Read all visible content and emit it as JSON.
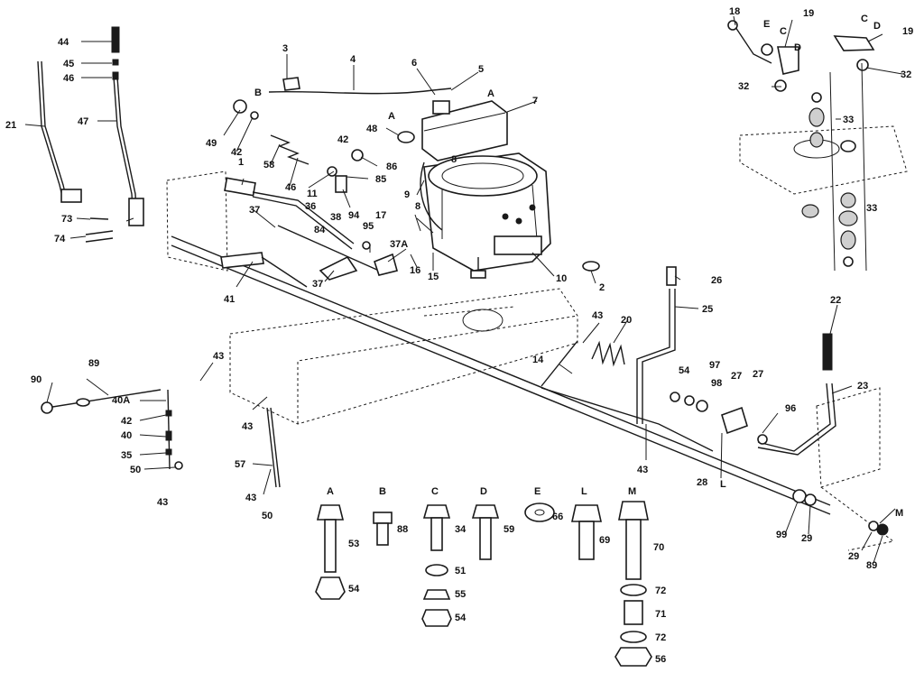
{
  "callouts": {
    "c_2": "2",
    "c_3": "3",
    "c_4": "4",
    "c_5": "5",
    "c_6": "6",
    "c_7": "7",
    "c_8": "8",
    "c_8b": "8",
    "c_9": "9",
    "c_10": "10",
    "c_11": "11",
    "c_1": "1",
    "c_14": "14",
    "c_15": "15",
    "c_16": "16",
    "c_17": "17",
    "c_18": "18",
    "c_19": "19",
    "c_19b": "19",
    "c_20": "20",
    "c_21": "21",
    "c_22": "22",
    "c_23": "23",
    "c_25": "25",
    "c_26": "26",
    "c_27": "27",
    "c_27b": "27",
    "c_28": "28",
    "c_29": "29",
    "c_29b": "29",
    "c_32": "32",
    "c_32b": "32",
    "c_33": "33",
    "c_33b": "33",
    "c_35": "35",
    "c_36": "36",
    "c_37": "37",
    "c_37a": "37A",
    "c_37b": "37",
    "c_38": "38",
    "c_40": "40",
    "c_40a": "40A",
    "c_41": "41",
    "c_42": "42",
    "c_42b": "42",
    "c_42c": "42",
    "c_43": "43",
    "c_43b": "43",
    "c_43c": "43",
    "c_43d": "43",
    "c_43e": "43",
    "c_43f": "43",
    "c_44": "44",
    "c_45": "45",
    "c_46": "46",
    "c_46b": "46",
    "c_47": "47",
    "c_48": "48",
    "c_49": "49",
    "c_50": "50",
    "c_50b": "50",
    "c_54": "54",
    "c_57": "57",
    "c_58": "58",
    "c_73": "73",
    "c_74": "74",
    "c_84": "84",
    "c_85": "85",
    "c_86": "86",
    "c_89": "89",
    "c_90": "90",
    "c_94": "94",
    "c_95": "95",
    "c_96": "96",
    "c_97": "97",
    "c_98": "98",
    "c_99": "99",
    "c_A1": "A",
    "c_A2": "A",
    "c_B1": "B",
    "c_C1": "C",
    "c_C2": "C",
    "c_D1": "D",
    "c_D2": "D",
    "c_E1": "E",
    "c_L1": "L",
    "c_M1": "M"
  },
  "hardware": {
    "col_A": "A",
    "col_B": "B",
    "col_C": "C",
    "col_D": "D",
    "col_E": "E",
    "col_L": "L",
    "col_M": "M",
    "n53": "53",
    "n54a": "54",
    "n88": "88",
    "n34": "34",
    "n51": "51",
    "n55": "55",
    "n54b": "54",
    "n59": "59",
    "n66": "66",
    "n69": "69",
    "n70": "70",
    "n72a": "72",
    "n71": "71",
    "n72b": "72",
    "n56": "56"
  }
}
